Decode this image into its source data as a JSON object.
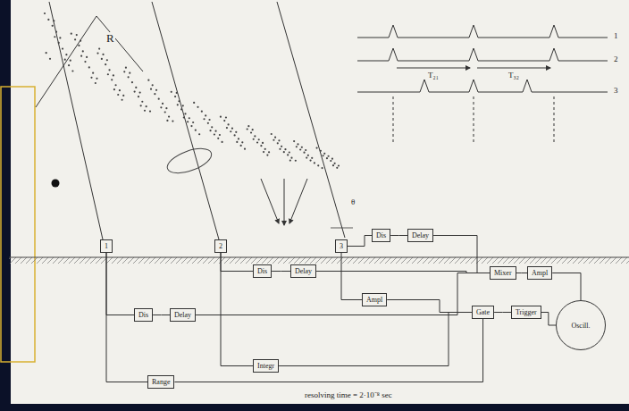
{
  "diagram": {
    "nodes": [
      {
        "text": [
          "1"
        ]
      },
      {
        "text": [
          "2"
        ]
      },
      {
        "text": [
          "3"
        ]
      },
      {
        "text": [
          "Dis"
        ]
      },
      {
        "text": [
          "Delay"
        ]
      },
      {
        "text": [
          "Dis"
        ]
      },
      {
        "text": [
          "Delay"
        ]
      },
      {
        "text": [
          "Dis"
        ]
      },
      {
        "text": [
          "Delay"
        ]
      },
      {
        "text": [
          "Mixer"
        ]
      },
      {
        "text": [
          "Ampl"
        ]
      },
      {
        "text": [
          "Ampl"
        ]
      },
      {
        "text": [
          "Integr"
        ]
      },
      {
        "text": [
          "Gate"
        ]
      },
      {
        "text": [
          "Trigger"
        ]
      },
      {
        "text": [
          "Oscill."
        ]
      },
      {
        "text": [
          "Range"
        ]
      }
    ],
    "edges": [
      {
        "from": 0,
        "to": 3,
        "arrow": "none"
      },
      {
        "from": 3,
        "to": 4,
        "arrow": "none"
      },
      {
        "from": 4,
        "to": 9,
        "arrow": "none"
      },
      {
        "from": 1,
        "to": 5,
        "arrow": "none"
      },
      {
        "from": 5,
        "to": 6,
        "arrow": "none"
      },
      {
        "from": 6,
        "to": 9,
        "arrow": "none"
      },
      {
        "from": 2,
        "to": 7,
        "arrow": "none"
      },
      {
        "from": 7,
        "to": 8,
        "arrow": "none"
      },
      {
        "from": 8,
        "to": 9,
        "arrow": "none"
      },
      {
        "from": 9,
        "to": 10,
        "arrow": "none"
      },
      {
        "from": 10,
        "to": 15,
        "arrow": "none"
      },
      {
        "from": 2,
        "to": 11,
        "arrow": "none"
      },
      {
        "from": 11,
        "to": 13,
        "arrow": "none"
      },
      {
        "from": 1,
        "to": 12,
        "arrow": "none"
      },
      {
        "from": 12,
        "to": 13,
        "arrow": "none"
      },
      {
        "from": 0,
        "to": 16,
        "arrow": "none"
      },
      {
        "from": 16,
        "to": 13,
        "arrow": "none"
      },
      {
        "from": 13,
        "to": 14,
        "arrow": "none"
      },
      {
        "from": 14,
        "to": 15,
        "arrow": "none"
      }
    ],
    "labels": [
      "R",
      "θ",
      "T₂₁",
      "T₃₂",
      "1",
      "2",
      "3",
      "resolving time = 2·10⁻⁸ sec"
    ]
  }
}
